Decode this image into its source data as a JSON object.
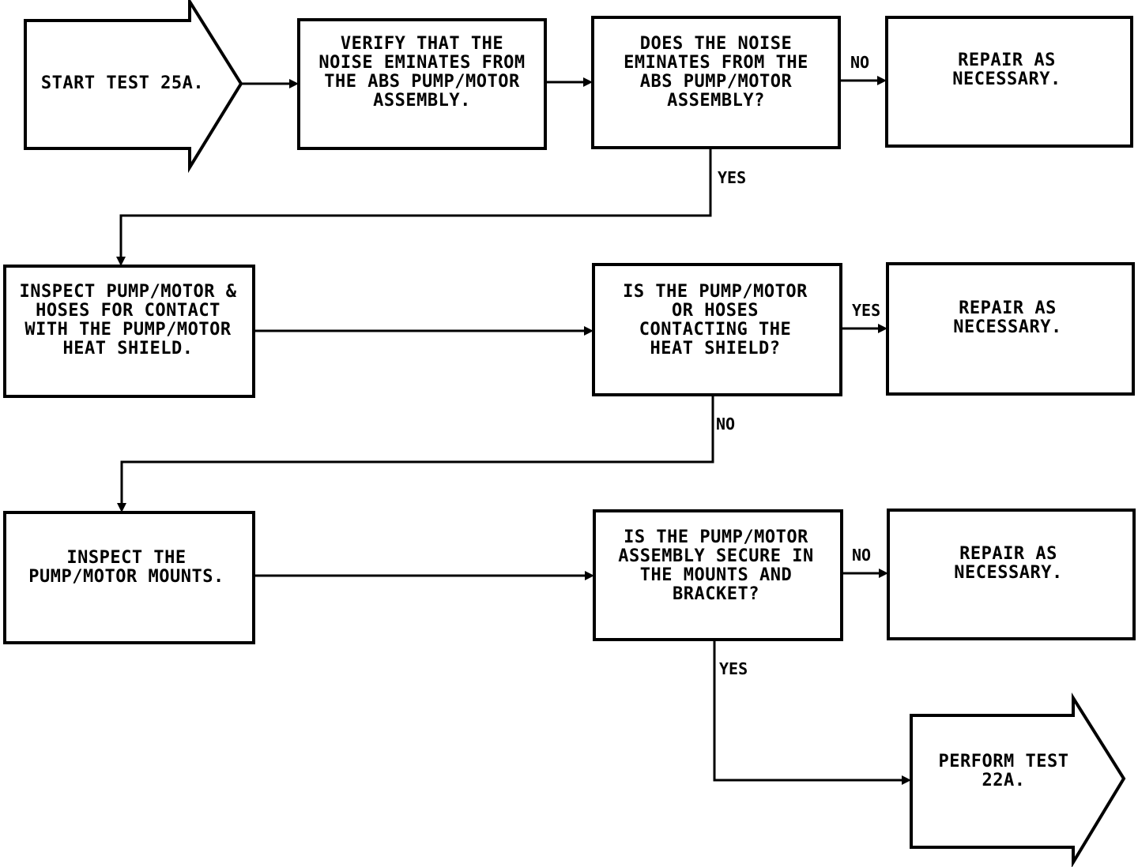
{
  "flowchart": {
    "nodes": {
      "start": "START TEST 25A.",
      "verify": "VERIFY THAT THE\nNOISE EMINATES FROM\nTHE ABS PUMP/MOTOR\nASSEMBLY.",
      "q_noise": "DOES THE NOISE\nEMINATES FROM THE\nABS PUMP/MOTOR\nASSEMBLY?",
      "repair_1": "REPAIR AS\nNECESSARY.",
      "inspect_hoses": "INSPECT PUMP/MOTOR &\nHOSES FOR CONTACT\nWITH THE PUMP/MOTOR\nHEAT SHIELD.",
      "q_contact": "IS THE PUMP/MOTOR\nOR HOSES\nCONTACTING THE\nHEAT SHIELD?",
      "repair_2": "REPAIR AS\nNECESSARY.",
      "inspect_mounts": "INSPECT THE\nPUMP/MOTOR MOUNTS.",
      "q_secure": "IS THE PUMP/MOTOR\nASSEMBLY SECURE IN\nTHE MOUNTS AND\nBRACKET?",
      "repair_3": "REPAIR AS\nNECESSARY.",
      "perform": "PERFORM TEST\n22A."
    },
    "edge_labels": {
      "q_noise_no": "NO",
      "q_noise_yes": "YES",
      "q_contact_yes": "YES",
      "q_contact_no": "NO",
      "q_secure_no": "NO",
      "q_secure_yes": "YES"
    }
  }
}
